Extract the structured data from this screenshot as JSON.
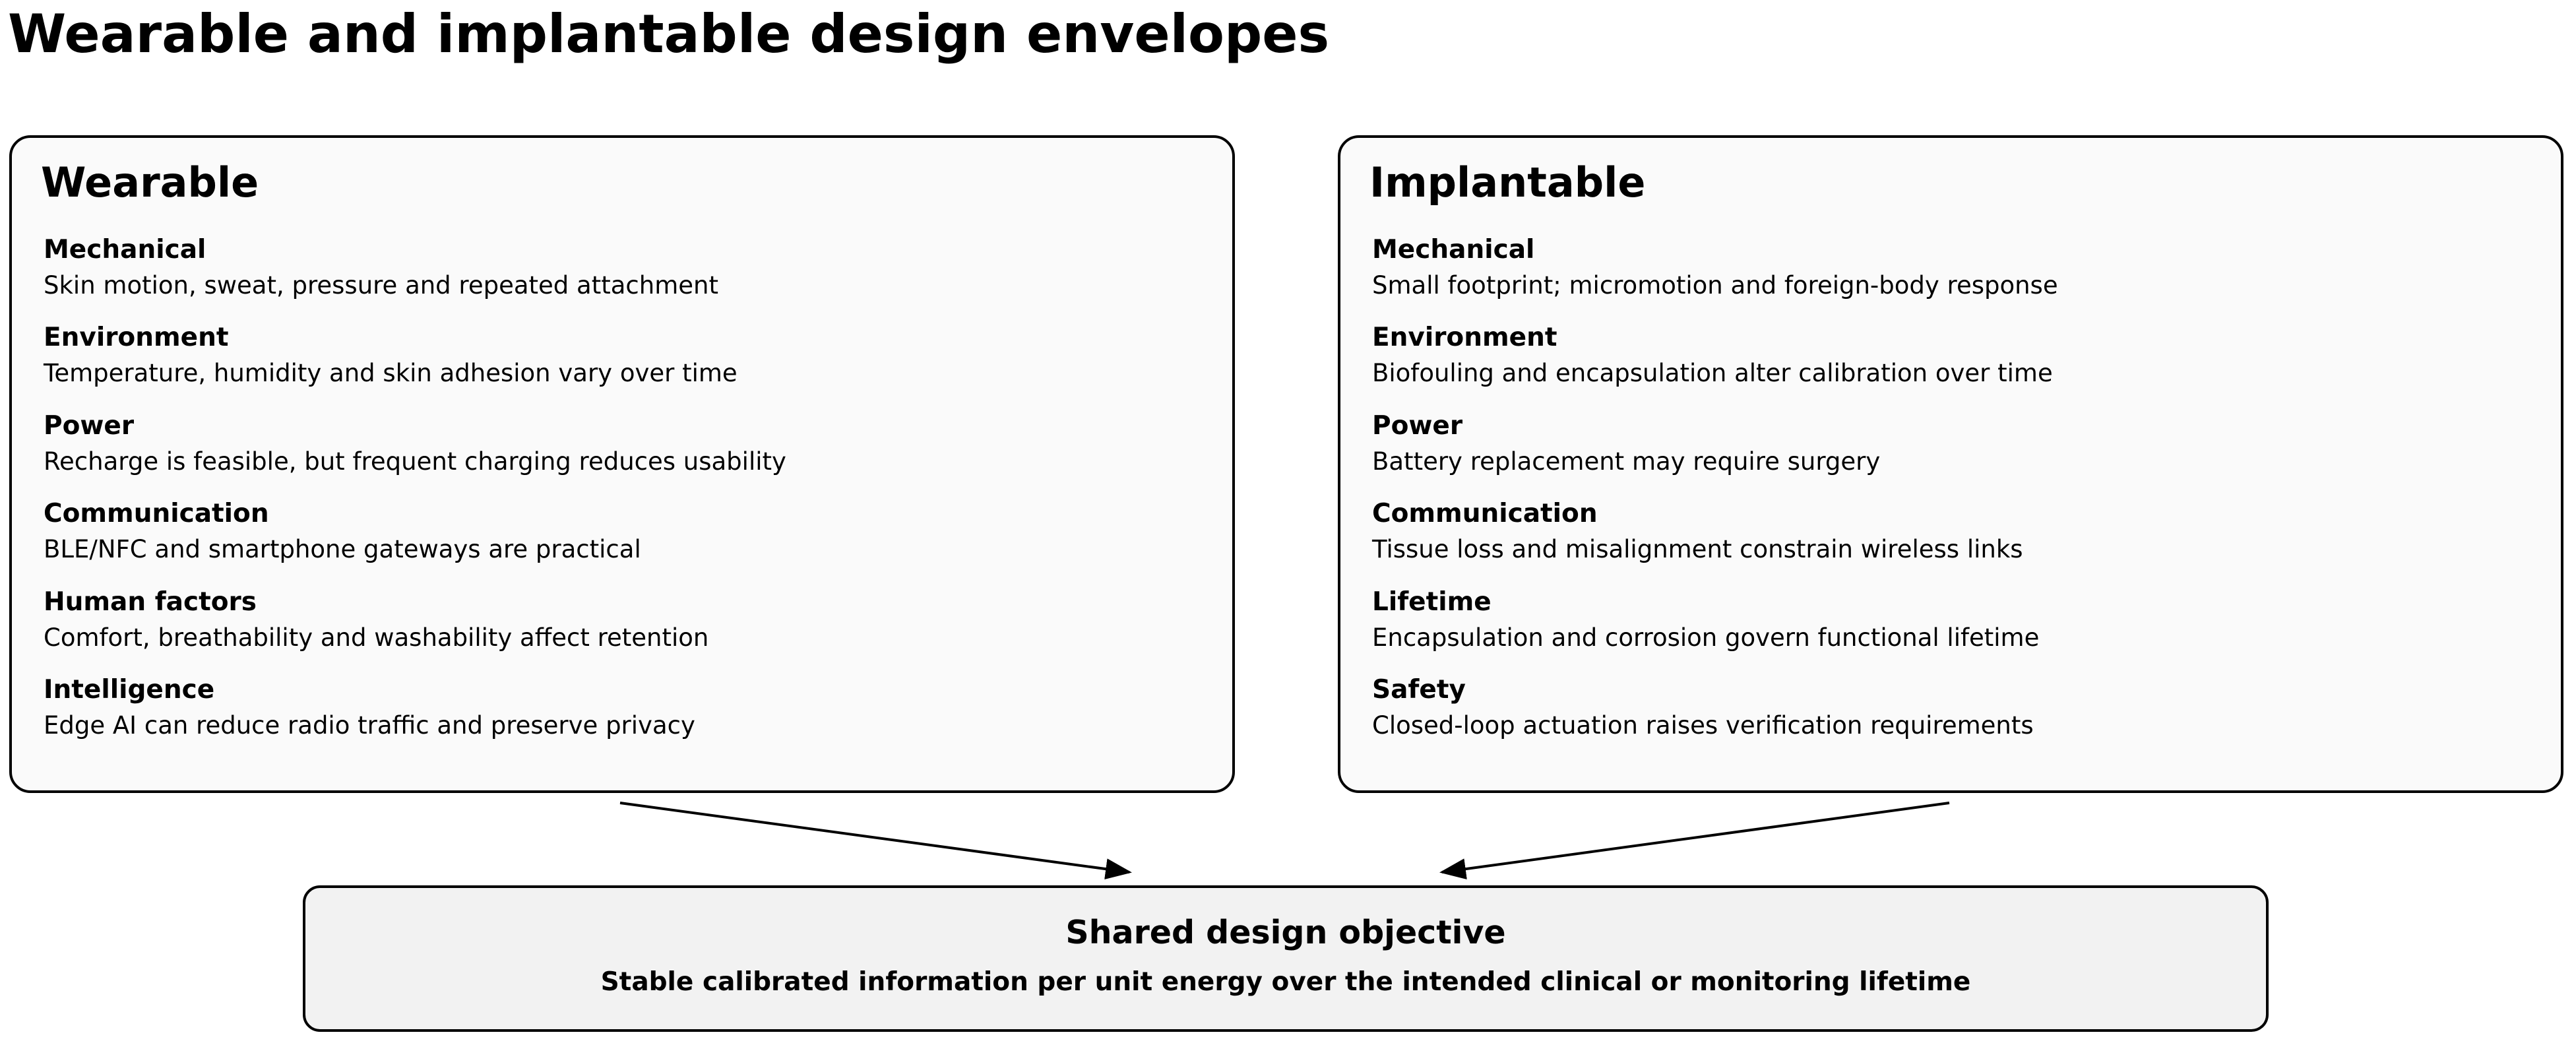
{
  "title": "Wearable and implantable design envelopes",
  "wearable": {
    "heading": "Wearable",
    "rows": [
      {
        "label": "Mechanical",
        "text": "Skin motion, sweat, pressure and repeated attachment"
      },
      {
        "label": "Environment",
        "text": "Temperature, humidity and skin adhesion vary over time"
      },
      {
        "label": "Power",
        "text": "Recharge is feasible, but frequent charging reduces usability"
      },
      {
        "label": "Communication",
        "text": "BLE/NFC and smartphone gateways are practical"
      },
      {
        "label": "Human factors",
        "text": "Comfort, breathability and washability affect retention"
      },
      {
        "label": "Intelligence",
        "text": "Edge AI can reduce radio traffic and preserve privacy"
      }
    ]
  },
  "implantable": {
    "heading": "Implantable",
    "rows": [
      {
        "label": "Mechanical",
        "text": "Small footprint; micromotion and foreign-body response"
      },
      {
        "label": "Environment",
        "text": "Biofouling and encapsulation alter calibration over time"
      },
      {
        "label": "Power",
        "text": "Battery replacement may require surgery"
      },
      {
        "label": "Communication",
        "text": "Tissue loss and misalignment constrain wireless links"
      },
      {
        "label": "Lifetime",
        "text": "Encapsulation and corrosion govern functional lifetime"
      },
      {
        "label": "Safety",
        "text": "Closed-loop actuation raises verification requirements"
      }
    ]
  },
  "objective": {
    "title": "Shared design objective",
    "text": "Stable calibrated information per unit energy over the intended clinical or monitoring lifetime"
  }
}
